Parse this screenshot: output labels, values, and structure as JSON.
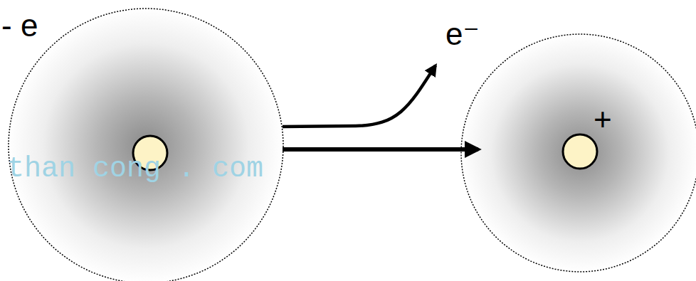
{
  "diagram": {
    "labels": [
      "- e",
      "e⁻",
      "+",
      "than cong . com"
    ]
  }
}
